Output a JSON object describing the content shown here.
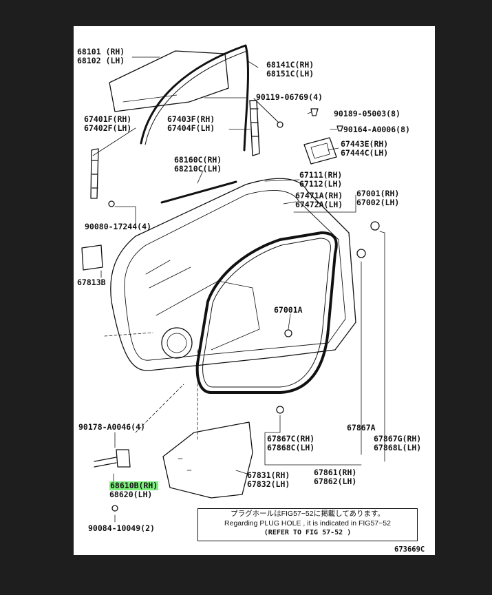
{
  "labels": {
    "glass": [
      "68101 (RH)",
      "68102 (LH)"
    ],
    "run_channel": [
      "68141C(RH)",
      "68151C(LH)"
    ],
    "bolt_90119": "90119-06769(4)",
    "clip_90189": "90189-05003(8)",
    "screw_90164": "90164-A0006(8)",
    "rear_regulator": [
      "67403F(RH)",
      "67404F(LH)"
    ],
    "front_regulator": [
      "67401F(RH)",
      "67402F(LH)"
    ],
    "handle": [
      "67443E(RH)",
      "67444C(LH)"
    ],
    "belt_moulding": [
      "68160C(RH)",
      "68210C(LH)"
    ],
    "door_weatherstrip": [
      "67111(RH)",
      "67112(LH)"
    ],
    "door_panel": [
      "67001(RH)",
      "67002(LH)"
    ],
    "seal": [
      "67471A(RH)",
      "67472A(LH)"
    ],
    "nut_90080": "90080-17244(4)",
    "pad_67813": "67813B",
    "plug_67001a": "67001A",
    "bolt_90178": "90178-A0046(4)",
    "check_assy": [
      "68610B(RH)",
      "68620(LH)"
    ],
    "bolt_90084": "90084-10049(2)",
    "service_hole_cover": [
      "67831(RH)",
      "67832(LH)"
    ],
    "weatherstrip_67861": [
      "67861(RH)",
      "67862(LH)"
    ],
    "clip_67867a": "67867A",
    "clip_67867c": [
      "67867C(RH)",
      "67868C(LH)"
    ],
    "clip_67867g": [
      "67867G(RH)",
      "67868L(LH)"
    ]
  },
  "note": {
    "line1": "プラグホールはFIG57−52に掲載してあります。",
    "line2": "Regarding PLUG HOLE , it is indicated in FIG57−52",
    "line3": "(REFER TO FIG  57-52 )"
  },
  "figure_id": "673669C",
  "colors": {
    "highlight": "#7df07d",
    "ink": "#111111",
    "frame": "#1e1e1e"
  }
}
